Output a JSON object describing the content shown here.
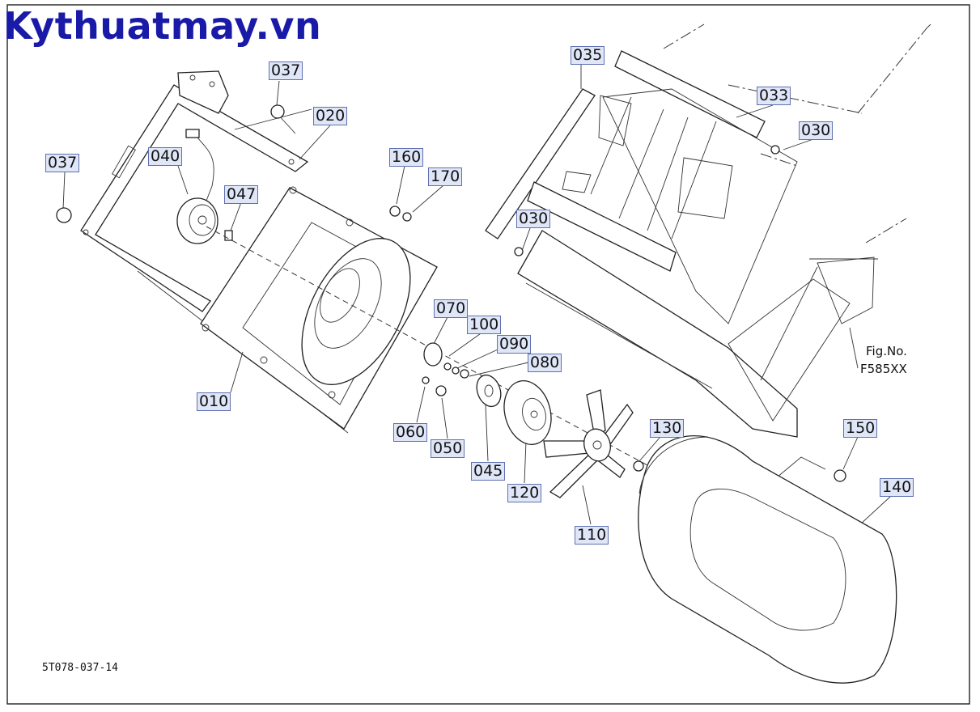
{
  "watermark": "Kythuatmay.vn",
  "drawing_number": "5T078-037-14",
  "figure_reference": {
    "label": "Fig.No.",
    "number": "F585XX"
  },
  "callouts": {
    "p037a": "037",
    "p037b": "037",
    "p020": "020",
    "p040": "040",
    "p047": "047",
    "p160": "160",
    "p170": "170",
    "p035": "035",
    "p033": "033",
    "p030a": "030",
    "p030b": "030",
    "p010": "010",
    "p070": "070",
    "p100": "100",
    "p090": "090",
    "p080": "080",
    "p060": "060",
    "p050": "050",
    "p045": "045",
    "p120": "120",
    "p110": "110",
    "p130": "130",
    "p150": "150",
    "p140": "140"
  }
}
